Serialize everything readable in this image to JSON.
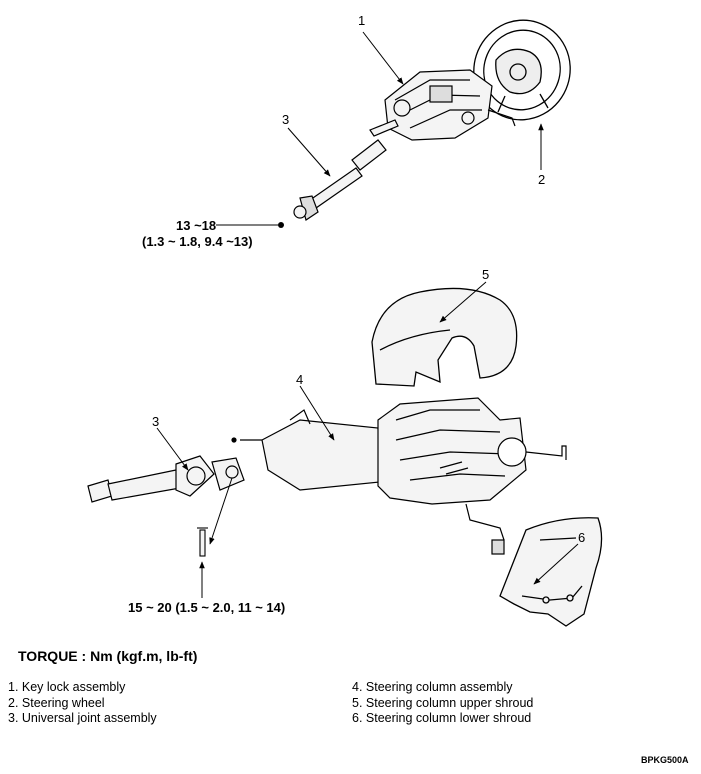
{
  "callouts": {
    "n1": "1",
    "n2": "2",
    "n3_top": "3",
    "n3_bottom": "3",
    "n4": "4",
    "n5": "5",
    "n6": "6"
  },
  "torque_top": {
    "line1": "13 ~18",
    "line2": "(1.3 ~ 1.8, 9.4 ~13)"
  },
  "torque_bottom": {
    "line1": "15 ~ 20 (1.5 ~ 2.0, 11 ~ 14)"
  },
  "torque_title": "TORQUE : Nm (kgf.m, lb-ft)",
  "legend_left": [
    "1. Key lock assembly",
    "2. Steering wheel",
    "3. Universal joint assembly"
  ],
  "legend_right": [
    "4. Steering column assembly",
    "5. Steering column upper shroud",
    "6. Steering column lower shroud"
  ],
  "figure_code": "BPKG500A"
}
